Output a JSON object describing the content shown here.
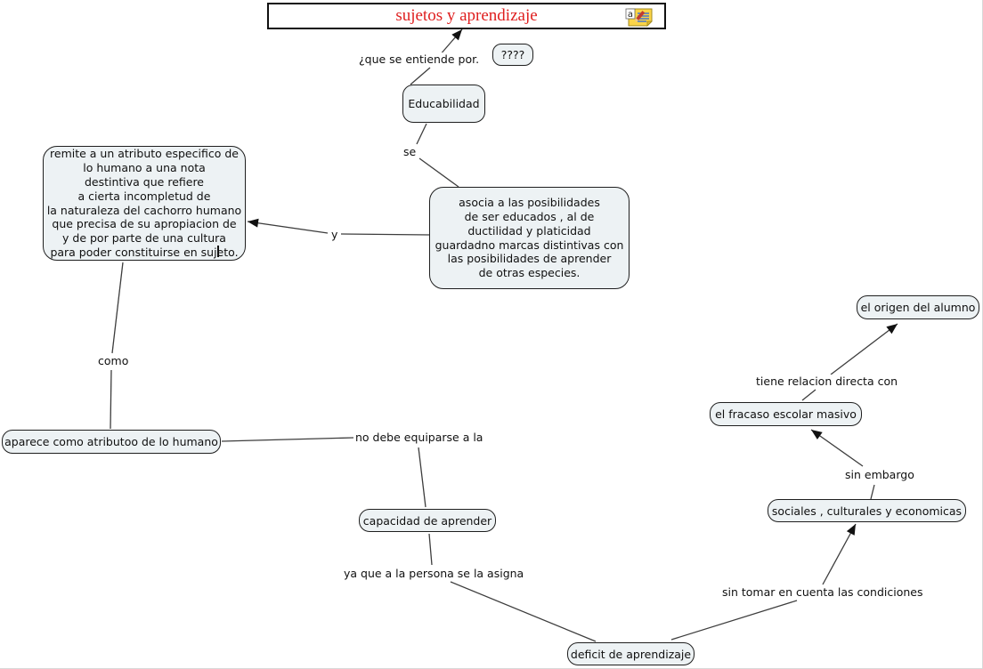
{
  "colors": {
    "node_fill": "#edf2f4",
    "node_border": "#1f1f1f",
    "title_color": "#df1f1f",
    "connector_color": "#3d3d3d",
    "note_icon_yellow": "#fbd447",
    "note_icon_line_blue": "#3b6fd4",
    "note_icon_pencil_red": "#c23b2f"
  },
  "title_bar": {
    "title": "sujetos y aprendizaje",
    "note_icon_letter": "a"
  },
  "nodes": {
    "question": {
      "label": "????"
    },
    "educabilidad": {
      "label": "Educabilidad"
    },
    "remite": {
      "text": "remite a un atributo especifico de\nlo humano a una nota\ndestintiva que refiere\na cierta incompletud de\nla naturaleza del cachorro humano\nque precisa de su apropiacion de\ny de por parte de una cultura\npara poder constituirse en sujeto."
    },
    "asocia": {
      "text": "asocia a las posibilidades\nde ser educados , al de\nductilidad y platicidad\nguardadno marcas distintivas con\nlas posibilidades de aprender\nde otras especies."
    },
    "aparece": {
      "label": "aparece como atributoo de lo humano"
    },
    "capacidad": {
      "label": "capacidad de aprender"
    },
    "deficit": {
      "label": "deficit de aprendizaje"
    },
    "sociales": {
      "label": "sociales , culturales y economicas"
    },
    "fracaso": {
      "label": "el fracaso escolar masivo"
    },
    "origen": {
      "label": "el origen del alumno"
    }
  },
  "link_labels": {
    "que_se_entiende": "¿que se entiende por.",
    "se": "se",
    "y": "y",
    "como": "como",
    "no_debe": "no debe equiparse a la",
    "ya_que": "ya que a la persona se la asigna",
    "sin_tomar": "sin tomar en cuenta las condiciones",
    "sin_embargo": "sin embargo",
    "tiene_relacion": "tiene relacion directa con"
  }
}
